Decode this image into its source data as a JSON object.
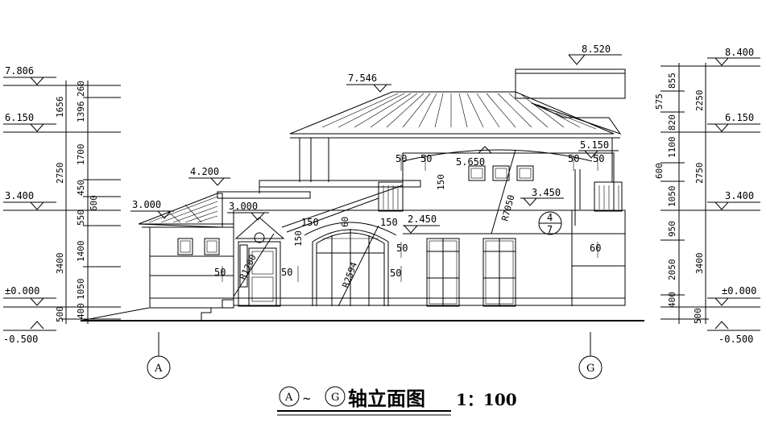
{
  "drawing": {
    "title": "轴立面图",
    "scale": "1：100",
    "axis_left": "A",
    "axis_right": "G",
    "tilde": "~",
    "left_levels": [
      "7.806",
      "6.150",
      "3.400",
      "±0.000",
      "-0.500"
    ],
    "right_levels": [
      "8.400",
      "6.150",
      "3.400",
      "±0.000",
      "-0.500"
    ],
    "left_dims_outer": [
      "1656",
      "2750",
      "3400",
      "500"
    ],
    "left_dims_inner": [
      "260",
      "1396",
      "1700",
      "450",
      "600",
      "550",
      "1400",
      "1050",
      "400"
    ],
    "right_dims_inner": [
      "855",
      "575",
      "820",
      "1100",
      "600",
      "1050",
      "950",
      "2050",
      "400",
      "500"
    ],
    "right_dims_outer": [
      "2250",
      "2750",
      "3400"
    ],
    "top_levels": [
      "8.520",
      "7.546",
      "4.200",
      "3.000",
      "3.000",
      "5.650",
      "5.150",
      "3.450",
      "2.450"
    ],
    "small_dims": [
      "50",
      "50",
      "50",
      "50",
      "150",
      "150",
      "150",
      "150",
      "50",
      "50",
      "50",
      "50",
      "60",
      "60"
    ],
    "radius_labels": [
      "R7050",
      "R2594",
      "R1200"
    ],
    "detail_mark": {
      "top": "4",
      "bottom": "7"
    }
  }
}
